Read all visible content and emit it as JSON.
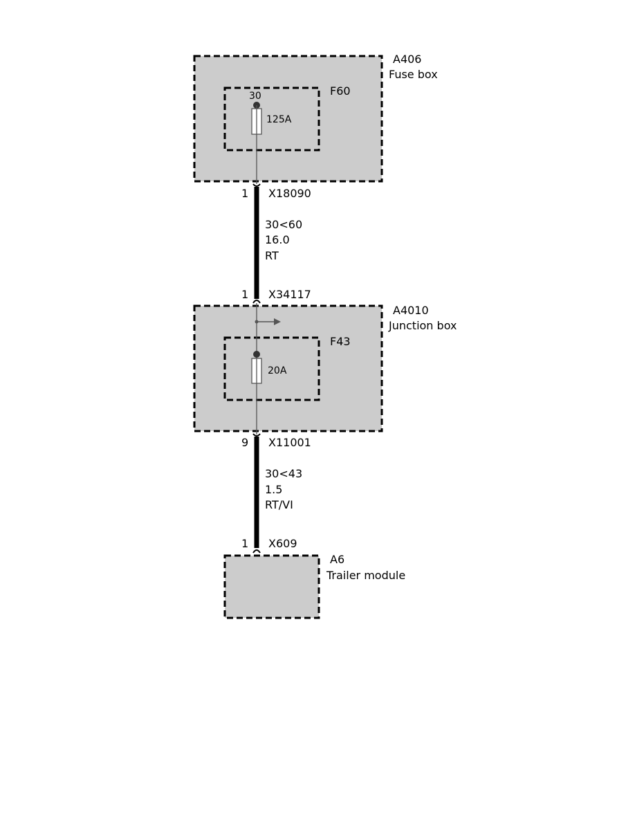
{
  "colors": {
    "component_fill": "#cccccc",
    "line": "#000000",
    "thin_wire": "#555555"
  },
  "components": {
    "fuse_box": {
      "id": "A406",
      "name": "Fuse box"
    },
    "junction_box": {
      "id": "A4010",
      "name": "Junction box"
    },
    "trailer_module": {
      "id": "A6",
      "name": "Trailer module"
    }
  },
  "fuses": {
    "f60": {
      "id": "F60",
      "terminal": "30",
      "rating": "125A"
    },
    "f43": {
      "id": "F43",
      "rating": "20A"
    }
  },
  "connectors": {
    "x18090": {
      "id": "X18090",
      "pin": "1"
    },
    "x34117": {
      "id": "X34117",
      "pin": "1"
    },
    "x11001": {
      "id": "X11001",
      "pin": "9"
    },
    "x609": {
      "id": "X609",
      "pin": "1"
    }
  },
  "wires": {
    "upper": {
      "circuit": "30<60",
      "size": "16.0",
      "color": "RT"
    },
    "lower": {
      "circuit": "30<43",
      "size": "1.5",
      "color": "RT/VI"
    }
  }
}
